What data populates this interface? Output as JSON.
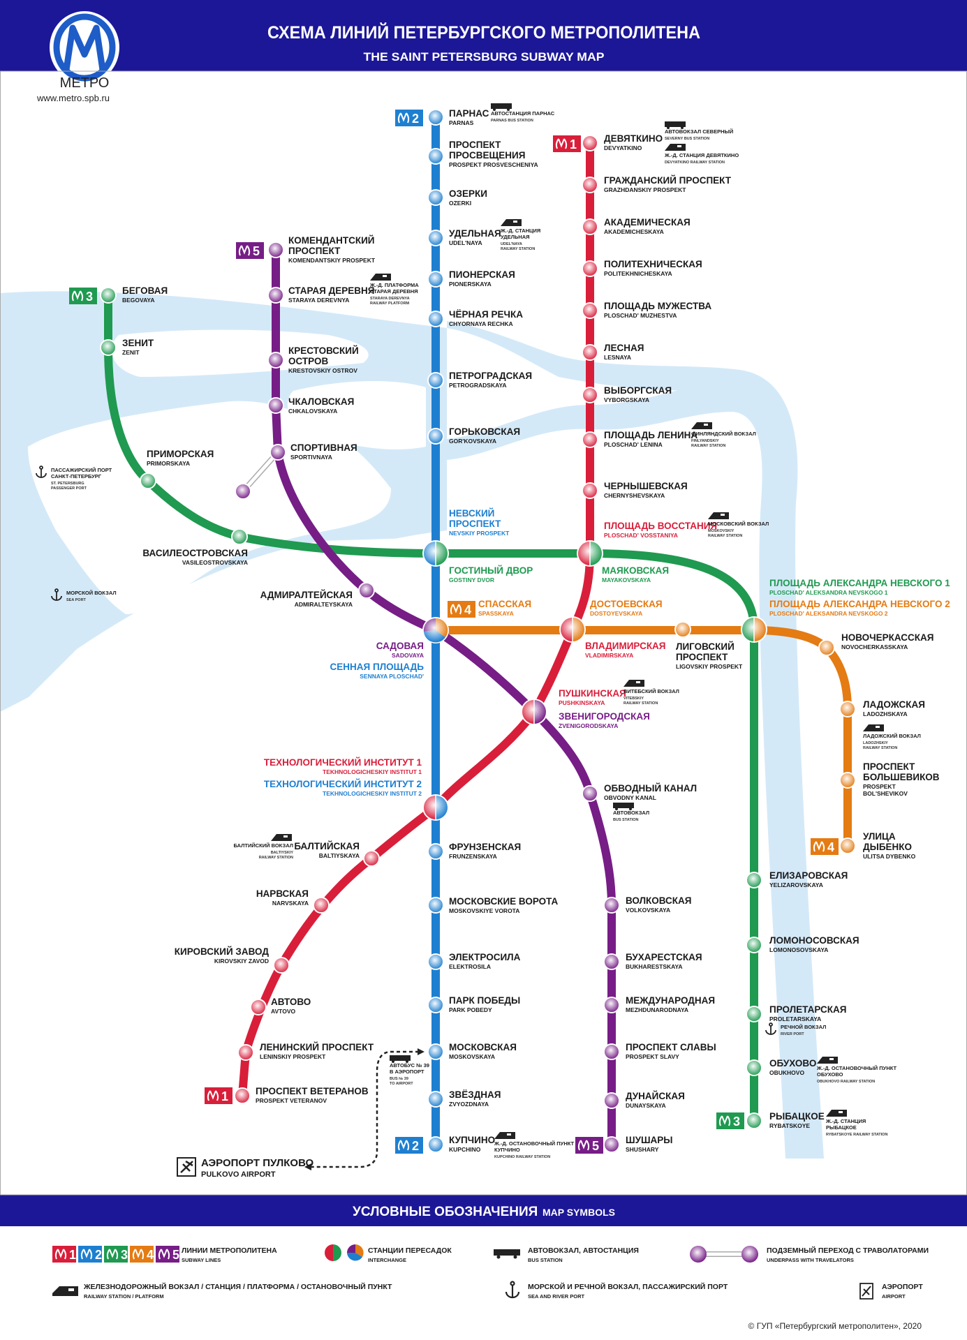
{
  "header": {
    "title_ru": "СХЕМА ЛИНИЙ ПЕТЕРБУРГСКОГО МЕТРОПОЛИТЕНА",
    "title_en": "THE SAINT PETERSBURG SUBWAY MAP",
    "logo_text": "МЕТРО",
    "website": "www.metro.spb.ru",
    "color": "#1c1797"
  },
  "lines": [
    {
      "number": "1",
      "color": "#d91e3a"
    },
    {
      "number": "2",
      "color": "#1e7fd0"
    },
    {
      "number": "3",
      "color": "#1f9a50"
    },
    {
      "number": "4",
      "color": "#e47b13"
    },
    {
      "number": "5",
      "color": "#761d86"
    }
  ],
  "stations": [
    {
      "line": 2,
      "ru": [
        "ПАРНАС"
      ],
      "en": [
        "PARNAS"
      ]
    },
    {
      "line": 2,
      "ru": [
        "ПРОСПЕКТ",
        "ПРОСВЕЩЕНИЯ"
      ],
      "en": [
        "PROSPEKT PROSVESCHENIYA"
      ]
    },
    {
      "line": 2,
      "ru": [
        "ОЗЕРКИ"
      ],
      "en": [
        "OZERKI"
      ]
    },
    {
      "line": 2,
      "ru": [
        "УДЕЛЬНАЯ"
      ],
      "en": [
        "UDEL'NAYA"
      ]
    },
    {
      "line": 2,
      "ru": [
        "ПИОНЕРСКАЯ"
      ],
      "en": [
        "PIONERSKAYA"
      ]
    },
    {
      "line": 2,
      "ru": [
        "ЧЁРНАЯ РЕЧКА"
      ],
      "en": [
        "CHYORNAYA RECHKA"
      ]
    },
    {
      "line": 2,
      "ru": [
        "ПЕТРОГРАДСКАЯ"
      ],
      "en": [
        "PETROGRADSKAYA"
      ]
    },
    {
      "line": 2,
      "ru": [
        "ГОРЬКОВСКАЯ"
      ],
      "en": [
        "GOR'KOVSKAYA"
      ]
    },
    {
      "line": 2,
      "ru": [
        "НЕВСКИЙ",
        "ПРОСПЕКТ"
      ],
      "en": [
        "NEVSKIY PROSPEKT"
      ],
      "interchange": true
    },
    {
      "line": 3,
      "ru": [
        "ГОСТИНЫЙ ДВОР"
      ],
      "en": [
        "GOSTINY DVOR"
      ],
      "interchange": true
    },
    {
      "line": 5,
      "ru": [
        "САДОВАЯ"
      ],
      "en": [
        "SADOVAYA"
      ],
      "interchange": true
    },
    {
      "line": 2,
      "ru": [
        "СЕННАЯ ПЛОЩАДЬ"
      ],
      "en": [
        "SENNAYA PLOSCHAD'"
      ],
      "interchange": true
    },
    {
      "line": 4,
      "ru": [
        "СПАССКАЯ"
      ],
      "en": [
        "SPASSKAYA"
      ],
      "interchange": true
    },
    {
      "line": 1,
      "ru": [
        "ТЕХНОЛОГИЧЕСКИЙ ИНСТИТУТ 1"
      ],
      "en": [
        "TEKHNOLOGICHESKIY INSTITUT 1"
      ],
      "interchange": true
    },
    {
      "line": 2,
      "ru": [
        "ТЕХНОЛОГИЧЕСКИЙ ИНСТИТУТ 2"
      ],
      "en": [
        "TEKHNOLOGICHESKIY INSTITUT 2"
      ],
      "interchange": true
    },
    {
      "line": 2,
      "ru": [
        "ФРУНЗЕНСКАЯ"
      ],
      "en": [
        "FRUNZENSKAYA"
      ]
    },
    {
      "line": 2,
      "ru": [
        "МОСКОВСКИЕ ВОРОТА"
      ],
      "en": [
        "MOSKOVSKIYE VOROTA"
      ]
    },
    {
      "line": 2,
      "ru": [
        "ЭЛЕКТРОСИЛА"
      ],
      "en": [
        "ELEKTROSILA"
      ]
    },
    {
      "line": 2,
      "ru": [
        "ПАРК ПОБЕДЫ"
      ],
      "en": [
        "PARK POBEDY"
      ]
    },
    {
      "line": 2,
      "ru": [
        "МОСКОВСКАЯ"
      ],
      "en": [
        "MOSKOVSKAYA"
      ]
    },
    {
      "line": 2,
      "ru": [
        "ЗВЁЗДНАЯ"
      ],
      "en": [
        "ZVYOZDNAYA"
      ]
    },
    {
      "line": 2,
      "ru": [
        "КУПЧИНО"
      ],
      "en": [
        "KUPCHINO"
      ]
    },
    {
      "line": 1,
      "ru": [
        "ДЕВЯТКИНО"
      ],
      "en": [
        "DEVYATKINO"
      ]
    },
    {
      "line": 1,
      "ru": [
        "ГРАЖДАНСКИЙ ПРОСПЕКТ"
      ],
      "en": [
        "GRAZHDANSKIY PROSPEKT"
      ]
    },
    {
      "line": 1,
      "ru": [
        "АКАДЕМИЧЕСКАЯ"
      ],
      "en": [
        "AKADEMICHESKAYA"
      ]
    },
    {
      "line": 1,
      "ru": [
        "ПОЛИТЕХНИЧЕСКАЯ"
      ],
      "en": [
        "POLITEKHNICHESKAYA"
      ]
    },
    {
      "line": 1,
      "ru": [
        "ПЛОЩАДЬ МУЖЕСТВА"
      ],
      "en": [
        "PLOSCHAD' MUZHESTVA"
      ]
    },
    {
      "line": 1,
      "ru": [
        "ЛЕСНАЯ"
      ],
      "en": [
        "LESNAYA"
      ]
    },
    {
      "line": 1,
      "ru": [
        "ВЫБОРГСКАЯ"
      ],
      "en": [
        "VYBORGSKAYA"
      ]
    },
    {
      "line": 1,
      "ru": [
        "ПЛОЩАДЬ ЛЕНИНА"
      ],
      "en": [
        "PLOSCHAD' LENINA"
      ]
    },
    {
      "line": 1,
      "ru": [
        "ЧЕРНЫШЕВСКАЯ"
      ],
      "en": [
        "CHERNYSHEVSKAYA"
      ]
    },
    {
      "line": 1,
      "ru": [
        "ПЛОЩАДЬ ВОССТАНИЯ"
      ],
      "en": [
        "PLOSCHAD' VOSSTANIYA"
      ],
      "interchange": true
    },
    {
      "line": 3,
      "ru": [
        "МАЯКОВСКАЯ"
      ],
      "en": [
        "MAYAKOVSKAYA"
      ],
      "interchange": true
    },
    {
      "line": 4,
      "ru": [
        "ДОСТОЕВСКАЯ"
      ],
      "en": [
        "DOSTOYEVSKAYA"
      ],
      "interchange": true
    },
    {
      "line": 1,
      "ru": [
        "ВЛАДИМИРСКАЯ"
      ],
      "en": [
        "VLADIMIRSKAYA"
      ],
      "interchange": true
    },
    {
      "line": 1,
      "ru": [
        "ПУШКИНСКАЯ"
      ],
      "en": [
        "PUSHKINSKAYA"
      ],
      "interchange": true
    },
    {
      "line": 5,
      "ru": [
        "ЗВЕНИГОРОДСКАЯ"
      ],
      "en": [
        "ZVENIGORODSKAYA"
      ],
      "interchange": true
    },
    {
      "line": 1,
      "ru": [
        "БАЛТИЙСКАЯ"
      ],
      "en": [
        "BALTIYSKAYA"
      ]
    },
    {
      "line": 1,
      "ru": [
        "НАРВСКАЯ"
      ],
      "en": [
        "NARVSKAYA"
      ]
    },
    {
      "line": 1,
      "ru": [
        "КИРОВСКИЙ ЗАВОД"
      ],
      "en": [
        "KIROVSKIY ZAVOD"
      ]
    },
    {
      "line": 1,
      "ru": [
        "АВТОВО"
      ],
      "en": [
        "AVTOVO"
      ]
    },
    {
      "line": 1,
      "ru": [
        "ЛЕНИНСКИЙ ПРОСПЕКТ"
      ],
      "en": [
        "LENINSKIY PROSPEKT"
      ]
    },
    {
      "line": 1,
      "ru": [
        "ПРОСПЕКТ ВЕТЕРАНОВ"
      ],
      "en": [
        "PROSPEKT VETERANOV"
      ]
    },
    {
      "line": 3,
      "ru": [
        "БЕГОВАЯ"
      ],
      "en": [
        "BEGOVAYA"
      ]
    },
    {
      "line": 3,
      "ru": [
        "ЗЕНИТ"
      ],
      "en": [
        "ZENIT"
      ]
    },
    {
      "line": 3,
      "ru": [
        "ПРИМОРСКАЯ"
      ],
      "en": [
        "PRIMORSKAYA"
      ]
    },
    {
      "line": 3,
      "ru": [
        "ВАСИЛЕОСТРОВСКАЯ"
      ],
      "en": [
        "VASILEOSTROVSKAYA"
      ]
    },
    {
      "line": 3,
      "ru": [
        "ПЛОЩАДЬ АЛЕКСАНДРА НЕВСКОГО 1"
      ],
      "en": [
        "PLOSCHAD' ALEKSANDRA NEVSKOGO 1"
      ],
      "interchange": true
    },
    {
      "line": 4,
      "ru": [
        "ПЛОЩАДЬ АЛЕКСАНДРА НЕВСКОГО 2"
      ],
      "en": [
        "PLOSCHAD' ALEKSANDRA NEVSKOGO 2"
      ],
      "interchange": true
    },
    {
      "line": 3,
      "ru": [
        "ЕЛИЗАРОВСКАЯ"
      ],
      "en": [
        "YELIZAROVSKAYA"
      ]
    },
    {
      "line": 3,
      "ru": [
        "ЛОМОНОСОВСКАЯ"
      ],
      "en": [
        "LOMONOSOVSKAYA"
      ]
    },
    {
      "line": 3,
      "ru": [
        "ПРОЛЕТАРСКАЯ"
      ],
      "en": [
        "PROLETARSKAYA"
      ]
    },
    {
      "line": 3,
      "ru": [
        "ОБУХОВО"
      ],
      "en": [
        "OBUKHOVO"
      ]
    },
    {
      "line": 3,
      "ru": [
        "РЫБАЦКОЕ"
      ],
      "en": [
        "RYBATSKOYE"
      ]
    },
    {
      "line": 4,
      "ru": [
        "ЛИГОВСКИЙ",
        "ПРОСПЕКТ"
      ],
      "en": [
        "LIGOVSKIY PROSPEKT"
      ]
    },
    {
      "line": 4,
      "ru": [
        "НОВОЧЕРКАССКАЯ"
      ],
      "en": [
        "NOVOCHERKASSKAYA"
      ]
    },
    {
      "line": 4,
      "ru": [
        "ЛАДОЖСКАЯ"
      ],
      "en": [
        "LADOZHSKAYA"
      ]
    },
    {
      "line": 4,
      "ru": [
        "ПРОСПЕКТ",
        "БОЛЬШЕВИКОВ"
      ],
      "en": [
        "PROSPEKT",
        "BOL'SHEVIKOV"
      ]
    },
    {
      "line": 4,
      "ru": [
        "УЛИЦА",
        "ДЫБЕНКО"
      ],
      "en": [
        "ULITSA DYBENKO"
      ]
    },
    {
      "line": 5,
      "ru": [
        "КОМЕНДАНТСКИЙ",
        "ПРОСПЕКТ"
      ],
      "en": [
        "KOMENDANTSKIY PROSPEKT"
      ]
    },
    {
      "line": 5,
      "ru": [
        "СТАРАЯ ДЕРЕВНЯ"
      ],
      "en": [
        "STARAYA DEREVNYA"
      ]
    },
    {
      "line": 5,
      "ru": [
        "КРЕСТОВСКИЙ",
        "ОСТРОВ"
      ],
      "en": [
        "KRESTOVSKIY OSTROV"
      ]
    },
    {
      "line": 5,
      "ru": [
        "ЧКАЛОВСКАЯ"
      ],
      "en": [
        "CHKALOVSKAYA"
      ]
    },
    {
      "line": 5,
      "ru": [
        "СПОРТИВНАЯ"
      ],
      "en": [
        "SPORTIVNAYA"
      ]
    },
    {
      "line": 5,
      "ru": [
        "АДМИРАЛТЕЙСКАЯ"
      ],
      "en": [
        "ADMIRALTEYSKAYA"
      ]
    },
    {
      "line": 5,
      "ru": [
        "ОБВОДНЫЙ КАНАЛ"
      ],
      "en": [
        "OBVODNY KANAL"
      ]
    },
    {
      "line": 5,
      "ru": [
        "ВОЛКОВСКАЯ"
      ],
      "en": [
        "VOLKOVSKAYA"
      ]
    },
    {
      "line": 5,
      "ru": [
        "БУХАРЕСТСКАЯ"
      ],
      "en": [
        "BUKHARESTSKAYA"
      ]
    },
    {
      "line": 5,
      "ru": [
        "МЕЖДУНАРОДНАЯ"
      ],
      "en": [
        "MEZHDUNARODNAYA"
      ]
    },
    {
      "line": 5,
      "ru": [
        "ПРОСПЕКТ СЛАВЫ"
      ],
      "en": [
        "PROSPEKT SLAVY"
      ]
    },
    {
      "line": 5,
      "ru": [
        "ДУНАЙСКАЯ"
      ],
      "en": [
        "DUNAYSKAYA"
      ]
    },
    {
      "line": 5,
      "ru": [
        "ШУШАРЫ"
      ],
      "en": [
        "SHUSHARY"
      ]
    }
  ],
  "transfers": [
    {
      "icon": "bus",
      "lines": [
        "АВТОСТАНЦИЯ ПАРНАС",
        "PARNAS BUS STATION"
      ]
    },
    {
      "icon": "bus",
      "lines": [
        "АВТОВОКЗАЛ СЕВЕРНЫЙ",
        "SEVERNY BUS STATION"
      ]
    },
    {
      "icon": "rail",
      "lines": [
        "Ж.-Д. СТАНЦИЯ ДЕВЯТКИНО",
        "DEVYATKINO RAILWAY STATION"
      ]
    },
    {
      "icon": "rail",
      "lines": [
        "Ж.-Д. СТАНЦИЯ",
        "УДЕЛЬНАЯ",
        "UDEL'NAYA",
        "RAILWAY STATION"
      ]
    },
    {
      "icon": "rail",
      "lines": [
        "Ж.-Д. ПЛАТФОРМА",
        "СТАРАЯ ДЕРЕВНЯ",
        "STARAYA DEREVNYA",
        "RAILWAY PLATFORM"
      ]
    },
    {
      "icon": "rail",
      "lines": [
        "ФИНЛЯНДСКИЙ ВОКЗАЛ",
        "FINLYANDSKIY",
        "RAILWAY STATION"
      ]
    },
    {
      "icon": "rail",
      "lines": [
        "МОСКОВСКИЙ ВОКЗАЛ",
        "MOSKOVSKIY",
        "RAILWAY STATION"
      ]
    },
    {
      "icon": "rail",
      "lines": [
        "ВИТЕБСКИЙ ВОКЗАЛ",
        "VITEBSKIY",
        "RAILWAY STATION"
      ]
    },
    {
      "icon": "bus",
      "lines": [
        "АВТОВОКЗАЛ",
        "BUS STATION"
      ]
    },
    {
      "icon": "rail",
      "lines": [
        "ЛАДОЖСКИЙ ВОКЗАЛ",
        "LADOZHSKIY",
        "RAILWAY STATION"
      ]
    },
    {
      "icon": "rail",
      "lines": [
        "БАЛТИЙСКИЙ ВОКЗАЛ",
        "BALTIYSKIY",
        "RAILWAY STATION"
      ]
    },
    {
      "icon": "anchor",
      "lines": [
        "РЕЧНОЙ ВОКЗАЛ",
        "RIVER PORT"
      ]
    },
    {
      "icon": "rail",
      "lines": [
        "Ж.-Д. ОСТАНОВОЧНЫЙ ПУНКТ",
        "ОБУХОВО",
        "OBUKHOVO RAILWAY STATION"
      ]
    },
    {
      "icon": "rail",
      "lines": [
        "Ж.-Д. СТАНЦИЯ",
        "РЫБАЦКОЕ",
        "RYBATSKOYE RAILWAY STATION"
      ]
    },
    {
      "icon": "rail",
      "lines": [
        "Ж.-Д. ОСТАНОВОЧНЫЙ ПУНКТ",
        "КУПЧИНО",
        "KUPCHINO RAILWAY STATION"
      ]
    },
    {
      "icon": "bus",
      "lines": [
        "АВТОБУС № 39",
        "В АЭРОПОРТ",
        "BUS № 39",
        "TO AIRPORT"
      ]
    },
    {
      "icon": "anchor",
      "lines": [
        "ПАССАЖИРСКИЙ ПОРТ",
        "САНКТ-ПЕТЕРБУРГ",
        "ST. PETERSBURG",
        "PASSENGER PORT"
      ]
    },
    {
      "icon": "anchor",
      "lines": [
        "МОРСКОЙ ВОКЗАЛ",
        "SEA PORT"
      ]
    }
  ],
  "airport": {
    "ru": "АЭРОПОРТ ПУЛКОВО",
    "en": "PULKOVO AIRPORT"
  },
  "legend": {
    "title_ru": "УСЛОВНЫЕ ОБОЗНАЧЕНИЯ",
    "title_en": "MAP SYMBOLS",
    "lines_ru": "ЛИНИИ МЕТРОПОЛИТЕНА",
    "lines_en": "SUBWAY LINES",
    "interchange_ru": "СТАНЦИИ ПЕРЕСАДОК",
    "interchange_en": "INTERCHANGE",
    "bus_ru": "АВТОВОКЗАЛ, АВТОСТАНЦИЯ",
    "bus_en": "BUS STATION",
    "underpass_ru": "ПОДЗЕМНЫЙ ПЕРЕХОД С ТРАВОЛАТОРАМИ",
    "underpass_en": "UNDERPASS WITH TRAVELATORS",
    "rail_ru": "ЖЕЛЕЗНОДОРОЖНЫЙ ВОКЗАЛ / СТАНЦИЯ / ПЛАТФОРМА / ОСТАНОВОЧНЫЙ ПУНКТ",
    "rail_en": "RAILWAY STATION / PLATFORM",
    "port_ru": "МОРСКОЙ И РЕЧНОЙ ВОКЗАЛ, ПАССАЖИРСКИЙ ПОРТ",
    "port_en": "SEA AND RIVER PORT",
    "airport_ru": "АЭРОПОРТ",
    "airport_en": "AIRPORT"
  },
  "copyright": "© ГУП «Петербургский метрополитен», 2020",
  "water_color": "#d4e9f8"
}
